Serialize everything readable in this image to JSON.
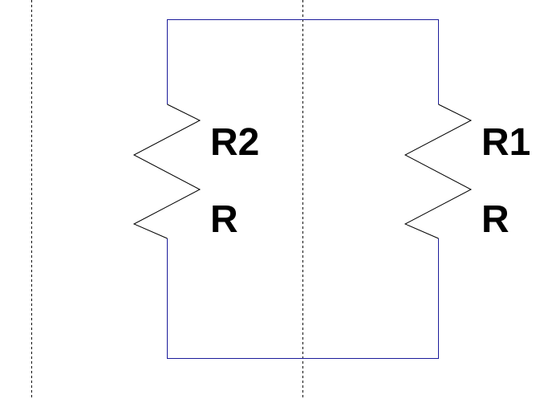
{
  "schematic": {
    "components": [
      {
        "ref": "R2",
        "value": "R"
      },
      {
        "ref": "R1",
        "value": "R"
      }
    ],
    "colors": {
      "wire": "#1a1a9a",
      "resistor": "#000000",
      "label": "#000000",
      "guide": "#000000",
      "background": "#ffffff"
    }
  }
}
